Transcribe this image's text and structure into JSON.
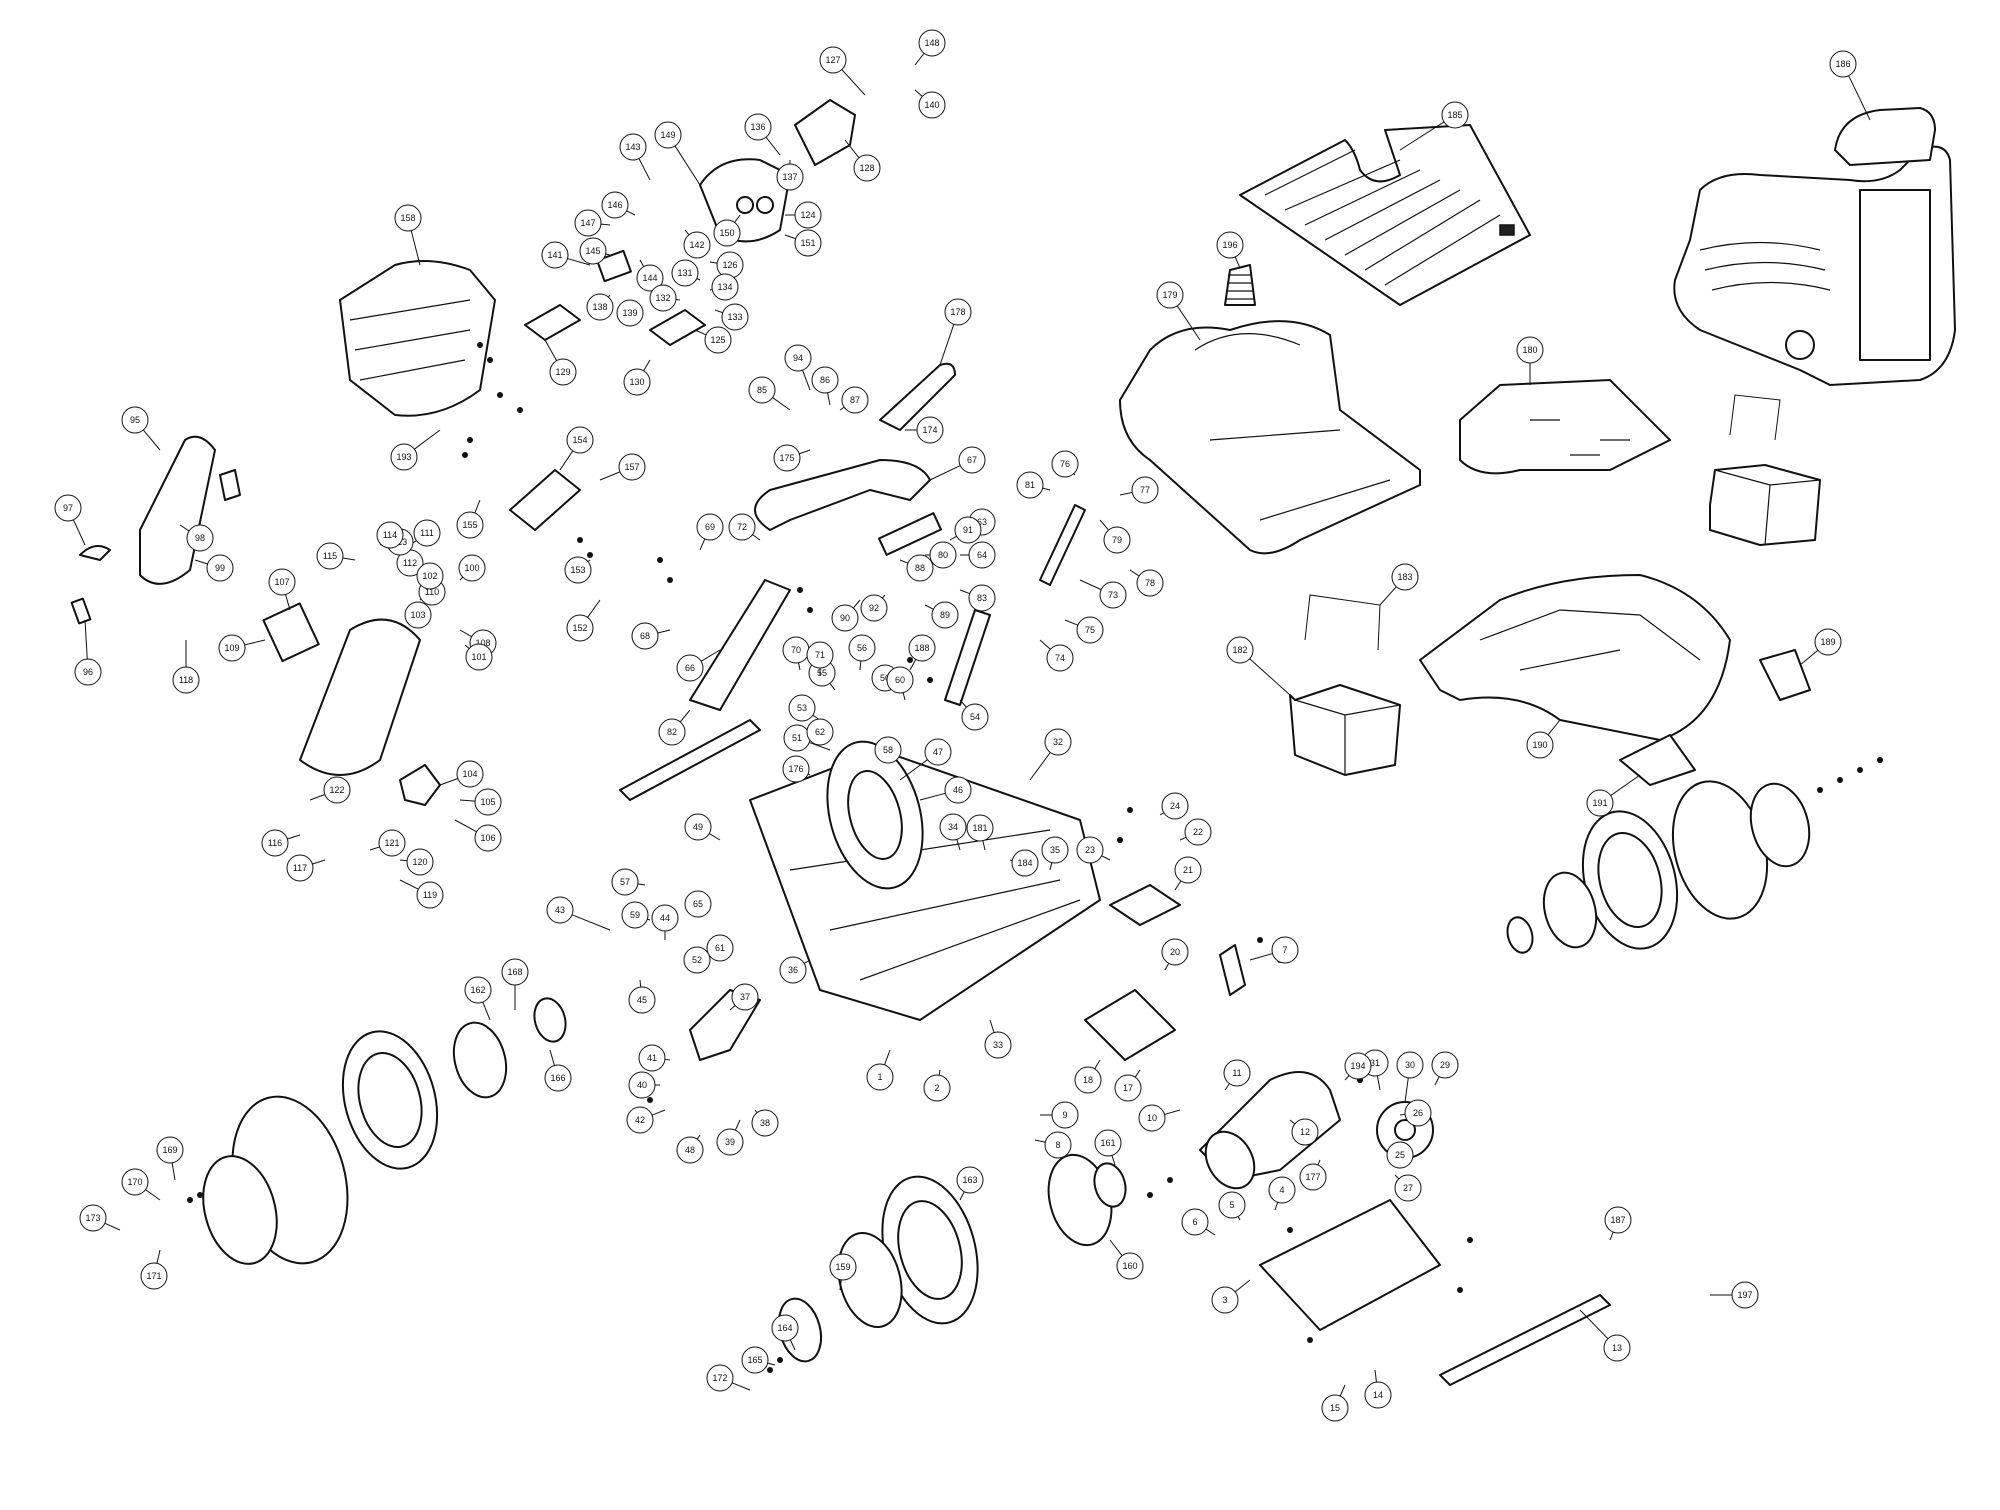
{
  "diagram": {
    "callouts": [
      {
        "id": "c186",
        "label": "186"
      },
      {
        "id": "c185",
        "label": "185"
      },
      {
        "id": "c196",
        "label": "196"
      },
      {
        "id": "c179",
        "label": "179"
      },
      {
        "id": "c180",
        "label": "180"
      },
      {
        "id": "c182",
        "label": "182"
      },
      {
        "id": "c183",
        "label": "183"
      },
      {
        "id": "c190",
        "label": "190"
      },
      {
        "id": "c191",
        "label": "191"
      },
      {
        "id": "c189",
        "label": "189"
      },
      {
        "id": "c158",
        "label": "158"
      },
      {
        "id": "c95",
        "label": "95"
      },
      {
        "id": "c97",
        "label": "97"
      },
      {
        "id": "c96",
        "label": "96"
      },
      {
        "id": "c98",
        "label": "98"
      },
      {
        "id": "c99",
        "label": "99"
      },
      {
        "id": "c118",
        "label": "118"
      },
      {
        "id": "c109",
        "label": "109"
      },
      {
        "id": "c107",
        "label": "107"
      },
      {
        "id": "c108",
        "label": "108"
      },
      {
        "id": "c104",
        "label": "104"
      },
      {
        "id": "c105",
        "label": "105"
      },
      {
        "id": "c106",
        "label": "106"
      },
      {
        "id": "c116",
        "label": "116"
      },
      {
        "id": "c117",
        "label": "117"
      },
      {
        "id": "c119",
        "label": "119"
      },
      {
        "id": "c120",
        "label": "120"
      },
      {
        "id": "c121",
        "label": "121"
      },
      {
        "id": "c122",
        "label": "122"
      },
      {
        "id": "c148",
        "label": "148"
      },
      {
        "id": "c127",
        "label": "127"
      },
      {
        "id": "c140",
        "label": "140"
      },
      {
        "id": "c128",
        "label": "128"
      },
      {
        "id": "c149",
        "label": "149"
      },
      {
        "id": "c136",
        "label": "136"
      },
      {
        "id": "c137",
        "label": "137"
      },
      {
        "id": "c124",
        "label": "124"
      },
      {
        "id": "c151",
        "label": "151"
      },
      {
        "id": "c150",
        "label": "150"
      },
      {
        "id": "c126",
        "label": "126"
      },
      {
        "id": "c143",
        "label": "143"
      },
      {
        "id": "c146",
        "label": "146"
      },
      {
        "id": "c147",
        "label": "147"
      },
      {
        "id": "c145",
        "label": "145"
      },
      {
        "id": "c144",
        "label": "144"
      },
      {
        "id": "c142",
        "label": "142"
      },
      {
        "id": "c141",
        "label": "141"
      },
      {
        "id": "c129",
        "label": "129"
      },
      {
        "id": "c125",
        "label": "125"
      },
      {
        "id": "c193",
        "label": "193"
      },
      {
        "id": "c154",
        "label": "154"
      },
      {
        "id": "c157",
        "label": "157"
      },
      {
        "id": "c155",
        "label": "155"
      },
      {
        "id": "c152",
        "label": "152"
      },
      {
        "id": "c153",
        "label": "153"
      },
      {
        "id": "c178",
        "label": "178"
      },
      {
        "id": "c67",
        "label": "67"
      },
      {
        "id": "c175",
        "label": "175"
      },
      {
        "id": "c174",
        "label": "174"
      },
      {
        "id": "c85",
        "label": "85"
      },
      {
        "id": "c87",
        "label": "87"
      },
      {
        "id": "c86",
        "label": "86"
      },
      {
        "id": "c94",
        "label": "94"
      },
      {
        "id": "c69",
        "label": "69"
      },
      {
        "id": "c66",
        "label": "66"
      },
      {
        "id": "c68",
        "label": "68"
      },
      {
        "id": "c72",
        "label": "72"
      },
      {
        "id": "c63",
        "label": "63"
      },
      {
        "id": "c64",
        "label": "64"
      },
      {
        "id": "c73",
        "label": "73"
      },
      {
        "id": "c75",
        "label": "75"
      },
      {
        "id": "c74",
        "label": "74"
      },
      {
        "id": "c76",
        "label": "76"
      },
      {
        "id": "c77",
        "label": "77"
      },
      {
        "id": "c78",
        "label": "78"
      },
      {
        "id": "c81",
        "label": "81"
      },
      {
        "id": "c54",
        "label": "54"
      },
      {
        "id": "c56",
        "label": "56"
      },
      {
        "id": "c55",
        "label": "55"
      },
      {
        "id": "c53",
        "label": "53"
      },
      {
        "id": "c188",
        "label": "188"
      },
      {
        "id": "c58",
        "label": "58"
      },
      {
        "id": "c50",
        "label": "50"
      },
      {
        "id": "c51",
        "label": "51"
      },
      {
        "id": "c47",
        "label": "47"
      },
      {
        "id": "c46",
        "label": "46"
      },
      {
        "id": "c32",
        "label": "32"
      },
      {
        "id": "c49",
        "label": "49"
      },
      {
        "id": "c57",
        "label": "57"
      },
      {
        "id": "c59",
        "label": "59"
      },
      {
        "id": "c44",
        "label": "44"
      },
      {
        "id": "c43",
        "label": "43"
      },
      {
        "id": "c45",
        "label": "45"
      },
      {
        "id": "c61",
        "label": "61"
      },
      {
        "id": "c52",
        "label": "52"
      },
      {
        "id": "c34",
        "label": "34"
      },
      {
        "id": "c35",
        "label": "35"
      },
      {
        "id": "c36",
        "label": "36"
      },
      {
        "id": "c23",
        "label": "23"
      },
      {
        "id": "c24",
        "label": "24"
      },
      {
        "id": "c22",
        "label": "22"
      },
      {
        "id": "c21",
        "label": "21"
      },
      {
        "id": "c184",
        "label": "184"
      },
      {
        "id": "c181",
        "label": "181"
      },
      {
        "id": "c20",
        "label": "20"
      },
      {
        "id": "c7",
        "label": "7"
      },
      {
        "id": "c37",
        "label": "37"
      },
      {
        "id": "c41",
        "label": "41"
      },
      {
        "id": "c40",
        "label": "40"
      },
      {
        "id": "c42",
        "label": "42"
      },
      {
        "id": "c38",
        "label": "38"
      },
      {
        "id": "c39",
        "label": "39"
      },
      {
        "id": "c48",
        "label": "48"
      },
      {
        "id": "c1",
        "label": "1"
      },
      {
        "id": "c2",
        "label": "2"
      },
      {
        "id": "c33",
        "label": "33"
      },
      {
        "id": "c18",
        "label": "18"
      },
      {
        "id": "c17",
        "label": "17"
      },
      {
        "id": "c9",
        "label": "9"
      },
      {
        "id": "c8",
        "label": "8"
      },
      {
        "id": "c10",
        "label": "10"
      },
      {
        "id": "c11",
        "label": "11"
      },
      {
        "id": "c12",
        "label": "12"
      },
      {
        "id": "c31",
        "label": "31"
      },
      {
        "id": "c30",
        "label": "30"
      },
      {
        "id": "c29",
        "label": "29"
      },
      {
        "id": "c26",
        "label": "26"
      },
      {
        "id": "c25",
        "label": "25"
      },
      {
        "id": "c27",
        "label": "27"
      },
      {
        "id": "c194",
        "label": "194"
      },
      {
        "id": "c177",
        "label": "177"
      },
      {
        "id": "c162",
        "label": "162"
      },
      {
        "id": "c168",
        "label": "168"
      },
      {
        "id": "c166",
        "label": "166"
      },
      {
        "id": "c169",
        "label": "169"
      },
      {
        "id": "c170",
        "label": "170"
      },
      {
        "id": "c171",
        "label": "171"
      },
      {
        "id": "c173",
        "label": "173"
      },
      {
        "id": "c163",
        "label": "163"
      },
      {
        "id": "c161",
        "label": "161"
      },
      {
        "id": "c160",
        "label": "160"
      },
      {
        "id": "c159",
        "label": "159"
      },
      {
        "id": "c164",
        "label": "164"
      },
      {
        "id": "c165",
        "label": "165"
      },
      {
        "id": "c172",
        "label": "172"
      },
      {
        "id": "c4",
        "label": "4"
      },
      {
        "id": "c5",
        "label": "5"
      },
      {
        "id": "c6",
        "label": "6"
      },
      {
        "id": "c3",
        "label": "3"
      },
      {
        "id": "c187",
        "label": "187"
      },
      {
        "id": "c13",
        "label": "13"
      },
      {
        "id": "c14",
        "label": "14"
      },
      {
        "id": "c15",
        "label": "15"
      },
      {
        "id": "c197",
        "label": "197"
      },
      {
        "id": "c110",
        "label": "110"
      },
      {
        "id": "c111",
        "label": "111"
      },
      {
        "id": "c112",
        "label": "112"
      },
      {
        "id": "c113",
        "label": "113"
      },
      {
        "id": "c114",
        "label": "114"
      },
      {
        "id": "c115",
        "label": "115"
      },
      {
        "id": "c100",
        "label": "100"
      },
      {
        "id": "c101",
        "label": "101"
      },
      {
        "id": "c102",
        "label": "102"
      },
      {
        "id": "c103",
        "label": "103"
      },
      {
        "id": "c131",
        "label": "131"
      },
      {
        "id": "c132",
        "label": "132"
      },
      {
        "id": "c133",
        "label": "133"
      },
      {
        "id": "c134",
        "label": "134"
      },
      {
        "id": "c138",
        "label": "138"
      },
      {
        "id": "c139",
        "label": "139"
      },
      {
        "id": "c130",
        "label": "130"
      },
      {
        "id": "c82",
        "label": "82"
      },
      {
        "id": "c83",
        "label": "83"
      },
      {
        "id": "c88",
        "label": "88"
      },
      {
        "id": "c89",
        "label": "89"
      },
      {
        "id": "c90",
        "label": "90"
      },
      {
        "id": "c91",
        "label": "91"
      },
      {
        "id": "c92",
        "label": "92"
      },
      {
        "id": "c70",
        "label": "70"
      },
      {
        "id": "c71",
        "label": "71"
      },
      {
        "id": "c60",
        "label": "60"
      },
      {
        "id": "c62",
        "label": "62"
      },
      {
        "id": "c65",
        "label": "65"
      },
      {
        "id": "c176",
        "label": "176"
      },
      {
        "id": "c79",
        "label": "79"
      },
      {
        "id": "c80",
        "label": "80"
      }
    ]
  }
}
